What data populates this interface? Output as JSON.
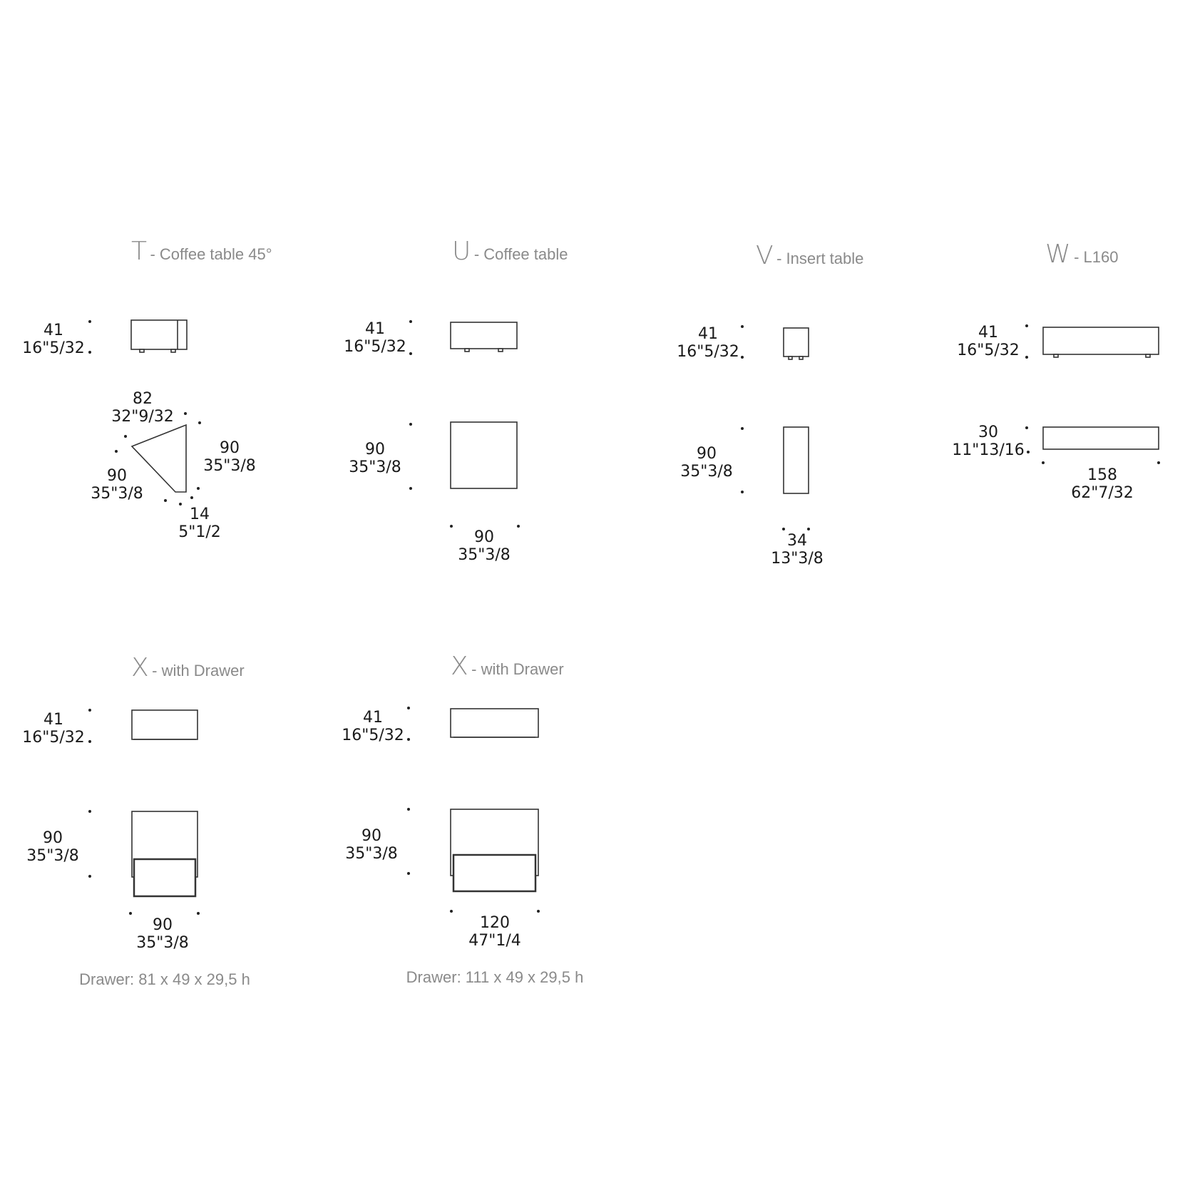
{
  "modules": {
    "T": {
      "letter": "T",
      "name": "- Coffee table 45°",
      "height": {
        "cm": "41",
        "in": "16\"5/32"
      },
      "top_edge": {
        "cm": "82",
        "in": "32\"9/32"
      },
      "right_edge": {
        "cm": "90",
        "in": "35\"3/8"
      },
      "left_edge": {
        "cm": "90",
        "in": "35\"3/8"
      },
      "tip": {
        "cm": "14",
        "in": "5\"1/2"
      }
    },
    "U": {
      "letter": "U",
      "name": "- Coffee table",
      "height": {
        "cm": "41",
        "in": "16\"5/32"
      },
      "depth": {
        "cm": "90",
        "in": "35\"3/8"
      },
      "width": {
        "cm": "90",
        "in": "35\"3/8"
      }
    },
    "V": {
      "letter": "V",
      "name": "- Insert table",
      "height": {
        "cm": "41",
        "in": "16\"5/32"
      },
      "depth": {
        "cm": "90",
        "in": "35\"3/8"
      },
      "width": {
        "cm": "34",
        "in": "13\"3/8"
      }
    },
    "W": {
      "letter": "W",
      "name": "- L160",
      "height": {
        "cm": "41",
        "in": "16\"5/32"
      },
      "depth": {
        "cm": "30",
        "in": "11\"13/16"
      },
      "width": {
        "cm": "158",
        "in": "62\"7/32"
      }
    },
    "X1": {
      "letter": "X",
      "name": "- with Drawer",
      "height": {
        "cm": "41",
        "in": "16\"5/32"
      },
      "depth": {
        "cm": "90",
        "in": "35\"3/8"
      },
      "width": {
        "cm": "90",
        "in": "35\"3/8"
      },
      "drawer": "Drawer: 81 x 49 x 29,5 h"
    },
    "X2": {
      "letter": "X",
      "name": "- with Drawer",
      "height": {
        "cm": "41",
        "in": "16\"5/32"
      },
      "depth": {
        "cm": "90",
        "in": "35\"3/8"
      },
      "width": {
        "cm": "120",
        "in": "47\"1/4"
      },
      "drawer": "Drawer: 111 x 49 x 29,5 h"
    }
  }
}
